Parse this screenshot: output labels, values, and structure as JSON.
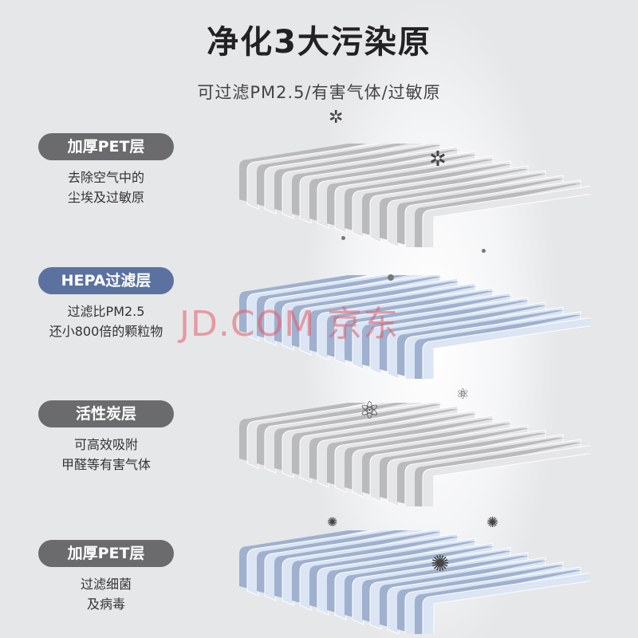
{
  "title": "净化3大污染原",
  "subtitle": "可过滤PM2.5/有害气体/过敏原",
  "watermark": "JD.COM 京东",
  "layers": [
    {
      "label": "加厚PET层",
      "desc": [
        "去除空气中的",
        "尘埃及过敏原"
      ],
      "pill_color": "#6b6b6d",
      "filter_color": "#e6e6e8",
      "shade_color": "#b9babc"
    },
    {
      "label": "HEPA过滤层",
      "desc": [
        "过滤比PM2.5",
        "还小800倍的颗粒物"
      ],
      "pill_color": "#5b72a1",
      "filter_color": "#dbe5f3",
      "shade_color": "#9fb1cf"
    },
    {
      "label": "活性炭层",
      "desc": [
        "可高效吸附",
        "甲醛等有害气体"
      ],
      "pill_color": "#6b6b6d",
      "filter_color": "#e6e6e8",
      "shade_color": "#b9babc"
    },
    {
      "label": "加厚PET层",
      "desc": [
        "过滤细菌",
        "及病毒"
      ],
      "pill_color": "#6b6b6d",
      "filter_color": "#dbe5f3",
      "shade_color": "#9fb1cf"
    }
  ]
}
